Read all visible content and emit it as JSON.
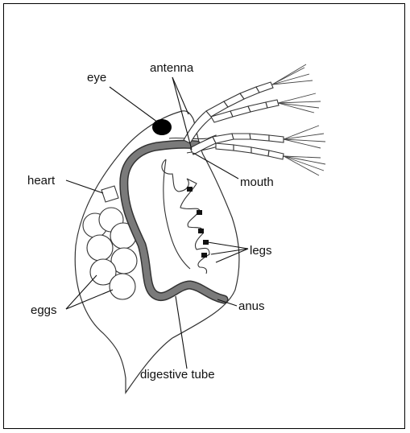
{
  "diagram": {
    "labels": {
      "eye": "eye",
      "antenna": "antenna",
      "heart": "heart",
      "mouth": "mouth",
      "legs": "legs",
      "eggs": "eggs",
      "anus": "anus",
      "digestive_tube": "digestive tube"
    },
    "colors": {
      "outline": "#333333",
      "digestive_tube": "#7a7a7a",
      "eye": "#000000",
      "leg_tips": "#111111",
      "frame_border": "#000000"
    }
  }
}
